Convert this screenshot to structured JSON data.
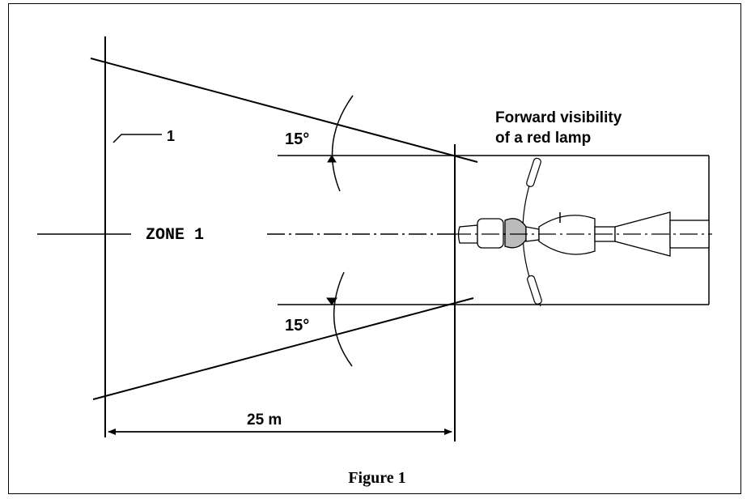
{
  "diagram": {
    "label_1": "1",
    "zone_label": "ZONE 1",
    "angle_top": "15°",
    "angle_bottom": "15°",
    "distance": "25 m",
    "caption_line1": "Forward visibility",
    "caption_line2": "of a red lamp",
    "figure_title": "Figure 1"
  }
}
